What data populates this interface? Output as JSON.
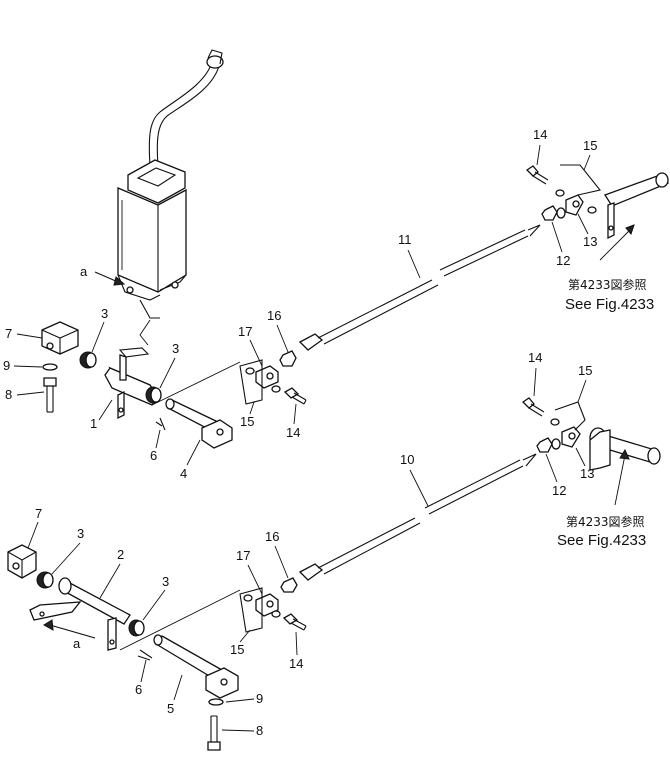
{
  "figure": {
    "view_a_label": "a",
    "callouts": {
      "top": {
        "p7": "7",
        "p9": "9",
        "p8": "8",
        "p3a": "3",
        "p3b": "3",
        "p1": "1",
        "p6": "6",
        "p4": "4",
        "p17": "17",
        "p16": "16",
        "p15": "15",
        "p14": "14",
        "p11": "11",
        "p14r": "14",
        "p15r": "15",
        "p12": "12",
        "p13": "13"
      },
      "bottom": {
        "p7": "7",
        "p3a": "3",
        "p2": "2",
        "p3b": "3",
        "p6": "6",
        "p5": "5",
        "p9": "9",
        "p8": "8",
        "p17": "17",
        "p16": "16",
        "p15": "15",
        "p14": "14",
        "p10": "10",
        "p14r": "14",
        "p15r": "15",
        "p12": "12",
        "p13": "13"
      }
    },
    "references": {
      "top_jp": "第4233図参照",
      "top_en": "See Fig.4233",
      "bottom_jp": "第4233図参照",
      "bottom_en": "See Fig.4233"
    }
  }
}
